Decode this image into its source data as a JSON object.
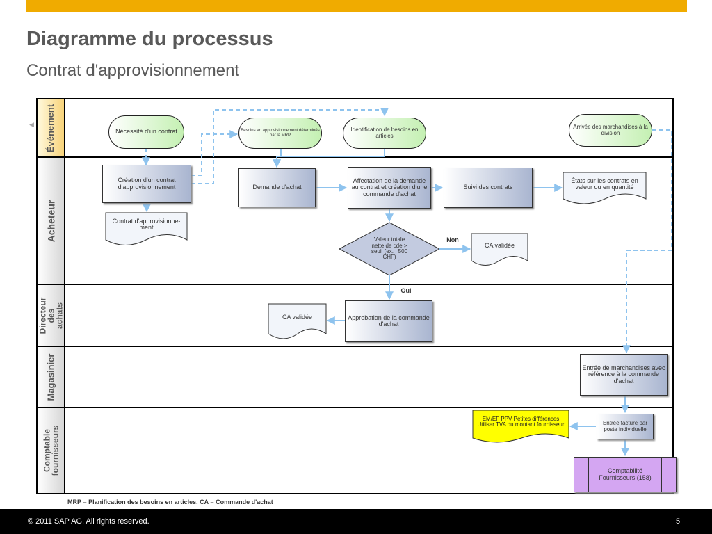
{
  "title": "Diagramme du processus",
  "subtitle": "Contrat d'approvisionnement",
  "colors": {
    "accent_bar": "#f0ab00",
    "event_fill": "#c4f0b2",
    "task_fill": "#a9b5d0",
    "arrow": "#8ec3ee",
    "highlight_yellow": "#ffff00",
    "highlight_purple": "#d4a6f2"
  },
  "lanes": {
    "event": "Événement",
    "buyer": "Acheteur",
    "director": "Directeur des achats",
    "storekeeper": "Magasinier",
    "accountant": "Comptable fournisseurs"
  },
  "events": {
    "contract_need": "Nécessité d'un contrat",
    "mrp_needs": "Besoins en approvisionnement déterminés par la MRP",
    "item_needs": "Identification de besoins en articles",
    "goods_arrival": "Arrivée des marchandises à la division"
  },
  "tasks": {
    "create_contract": "Création d'un contrat d'approvisionnement",
    "purchase_request": "Demande d'achat",
    "assign_request": "Affectation de la demande au contrat et création d'une commande d'achat",
    "track_contracts": "Suivi des contrats",
    "po_approval": "Approbation de la commande d'achat",
    "goods_receipt": "Entrée de marchandises avec référence à la commande d'achat",
    "invoice_entry": "Entrée facture par poste individuelle"
  },
  "documents": {
    "contract_doc": "Contrat d'approvisionne-ment",
    "contract_reports": "États sur les contrats en valeur ou en quantité",
    "ca_validated_1": "CA validée",
    "ca_validated_2": "CA validée",
    "variance": "EM/EF PPV Petites différences Utiliser TVA du montant fournisseur"
  },
  "decision": {
    "text": "Valeur totale nette de cde > seuil (ex. : 500 CHF)",
    "no_label": "Non",
    "yes_label": "Oui"
  },
  "ledger": "Comptabilité Fournisseurs (158)",
  "footnote": "MRP = Planification des besoins en articles, CA = Commande d'achat",
  "footer": {
    "copyright": "© 2011 SAP AG. All rights reserved.",
    "page": "5"
  }
}
